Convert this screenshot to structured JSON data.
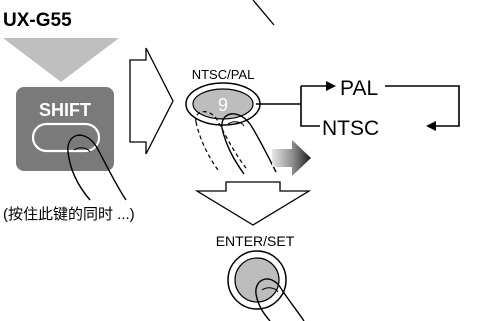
{
  "model": "UX-G55",
  "shift_key": "SHIFT",
  "ntsc_pal_label": "NTSC/PAL",
  "number_key": "9",
  "cycle_pal": "PAL",
  "cycle_ntsc": "NTSC",
  "hold_note": "(按住此键的同时 ...)",
  "enter_set_label": "ENTER/SET"
}
